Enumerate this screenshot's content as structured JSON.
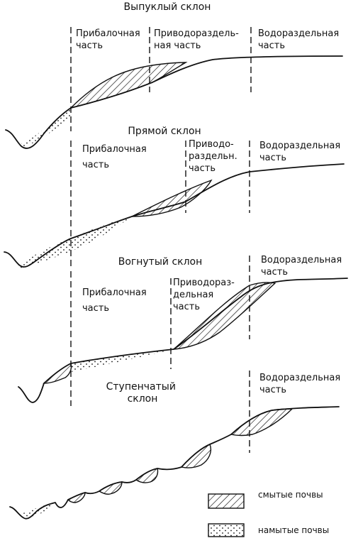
{
  "panels": [
    {
      "title": "Выпуклый склон",
      "zones": {
        "lower": [
          "Прибалочная",
          "часть"
        ],
        "middle": [
          "Приводораздель-",
          "ная часть"
        ],
        "upper": [
          "Водораздельная",
          "часть"
        ]
      }
    },
    {
      "title": "Прямой склон",
      "zones": {
        "lower": [
          "Прибалочная",
          "часть"
        ],
        "middle": [
          "Приводо-",
          "раздельн.",
          "часть"
        ],
        "upper": [
          "Водораздельная",
          "часть"
        ]
      }
    },
    {
      "title": "Вогнутый склон",
      "zones": {
        "lower": [
          "Прибалочная",
          "часть"
        ],
        "middle": [
          "Приводораз-",
          "дельная",
          "часть"
        ],
        "upper": [
          "Водораздельная",
          "часть"
        ]
      }
    },
    {
      "title": [
        "Ступенчатый",
        "склон"
      ],
      "zones": {
        "upper": [
          "Водораздельная",
          "часть"
        ]
      }
    }
  ],
  "legend": {
    "eroded": "смытые почвы",
    "deposited": "намытые почвы"
  }
}
